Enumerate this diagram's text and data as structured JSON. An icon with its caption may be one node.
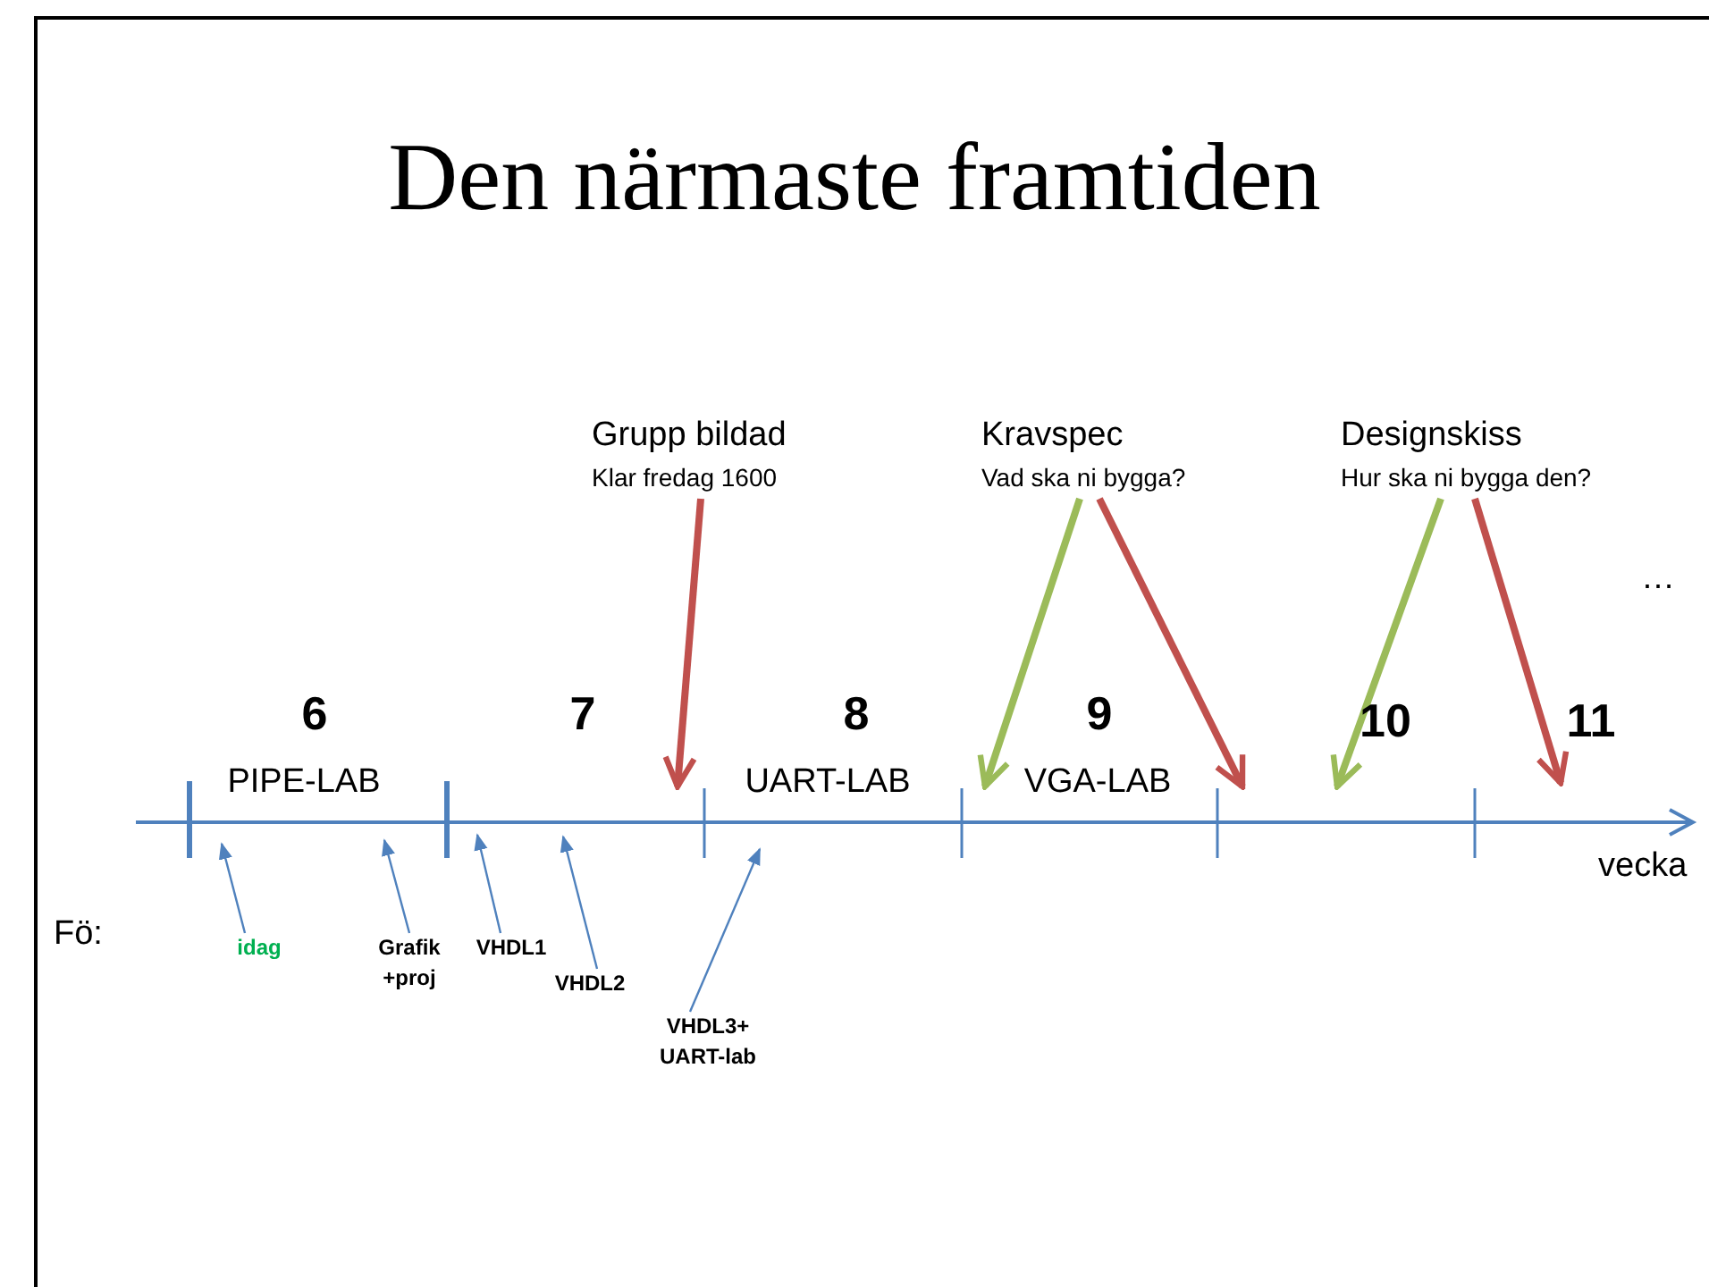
{
  "diagram": {
    "title": "Den närmaste framtiden",
    "nodes": [
      {
        "text": [
          "Grupp bildad",
          "Klar fredag 1600"
        ]
      },
      {
        "text": [
          "Kravspec",
          "Vad ska ni bygga?"
        ]
      },
      {
        "text": [
          "Designskiss",
          "Hur ska ni bygga den?"
        ]
      },
      {
        "text": [
          "idag"
        ]
      },
      {
        "text": [
          "Grafik +proj"
        ]
      },
      {
        "text": [
          "VHDL1"
        ]
      },
      {
        "text": [
          "VHDL2"
        ]
      },
      {
        "text": [
          "VHDL3+ UART-lab"
        ]
      }
    ],
    "edges": [
      {
        "from": 0,
        "to": null,
        "arrow": "to",
        "style": "thick",
        "color": "#c0504d"
      },
      {
        "from": 1,
        "to": null,
        "arrow": "to",
        "style": "thick",
        "color": "#9bbb59"
      },
      {
        "from": 1,
        "to": null,
        "arrow": "to",
        "style": "thick",
        "color": "#c0504d"
      },
      {
        "from": 2,
        "to": null,
        "arrow": "to",
        "style": "thick",
        "color": "#9bbb59"
      },
      {
        "from": 2,
        "to": null,
        "arrow": "to",
        "style": "thick",
        "color": "#c0504d"
      },
      {
        "from": 3,
        "to": null,
        "arrow": "to"
      },
      {
        "from": 4,
        "to": null,
        "arrow": "to"
      },
      {
        "from": 5,
        "to": null,
        "arrow": "to"
      },
      {
        "from": 6,
        "to": null,
        "arrow": "to"
      },
      {
        "from": 7,
        "to": null,
        "arrow": "to"
      }
    ],
    "labels": [
      "…",
      "6",
      "7",
      "8",
      "9",
      "10",
      "11",
      "PIPE-LAB",
      "UART-LAB",
      "VGA-LAB",
      "vecka",
      "Fö:"
    ]
  }
}
